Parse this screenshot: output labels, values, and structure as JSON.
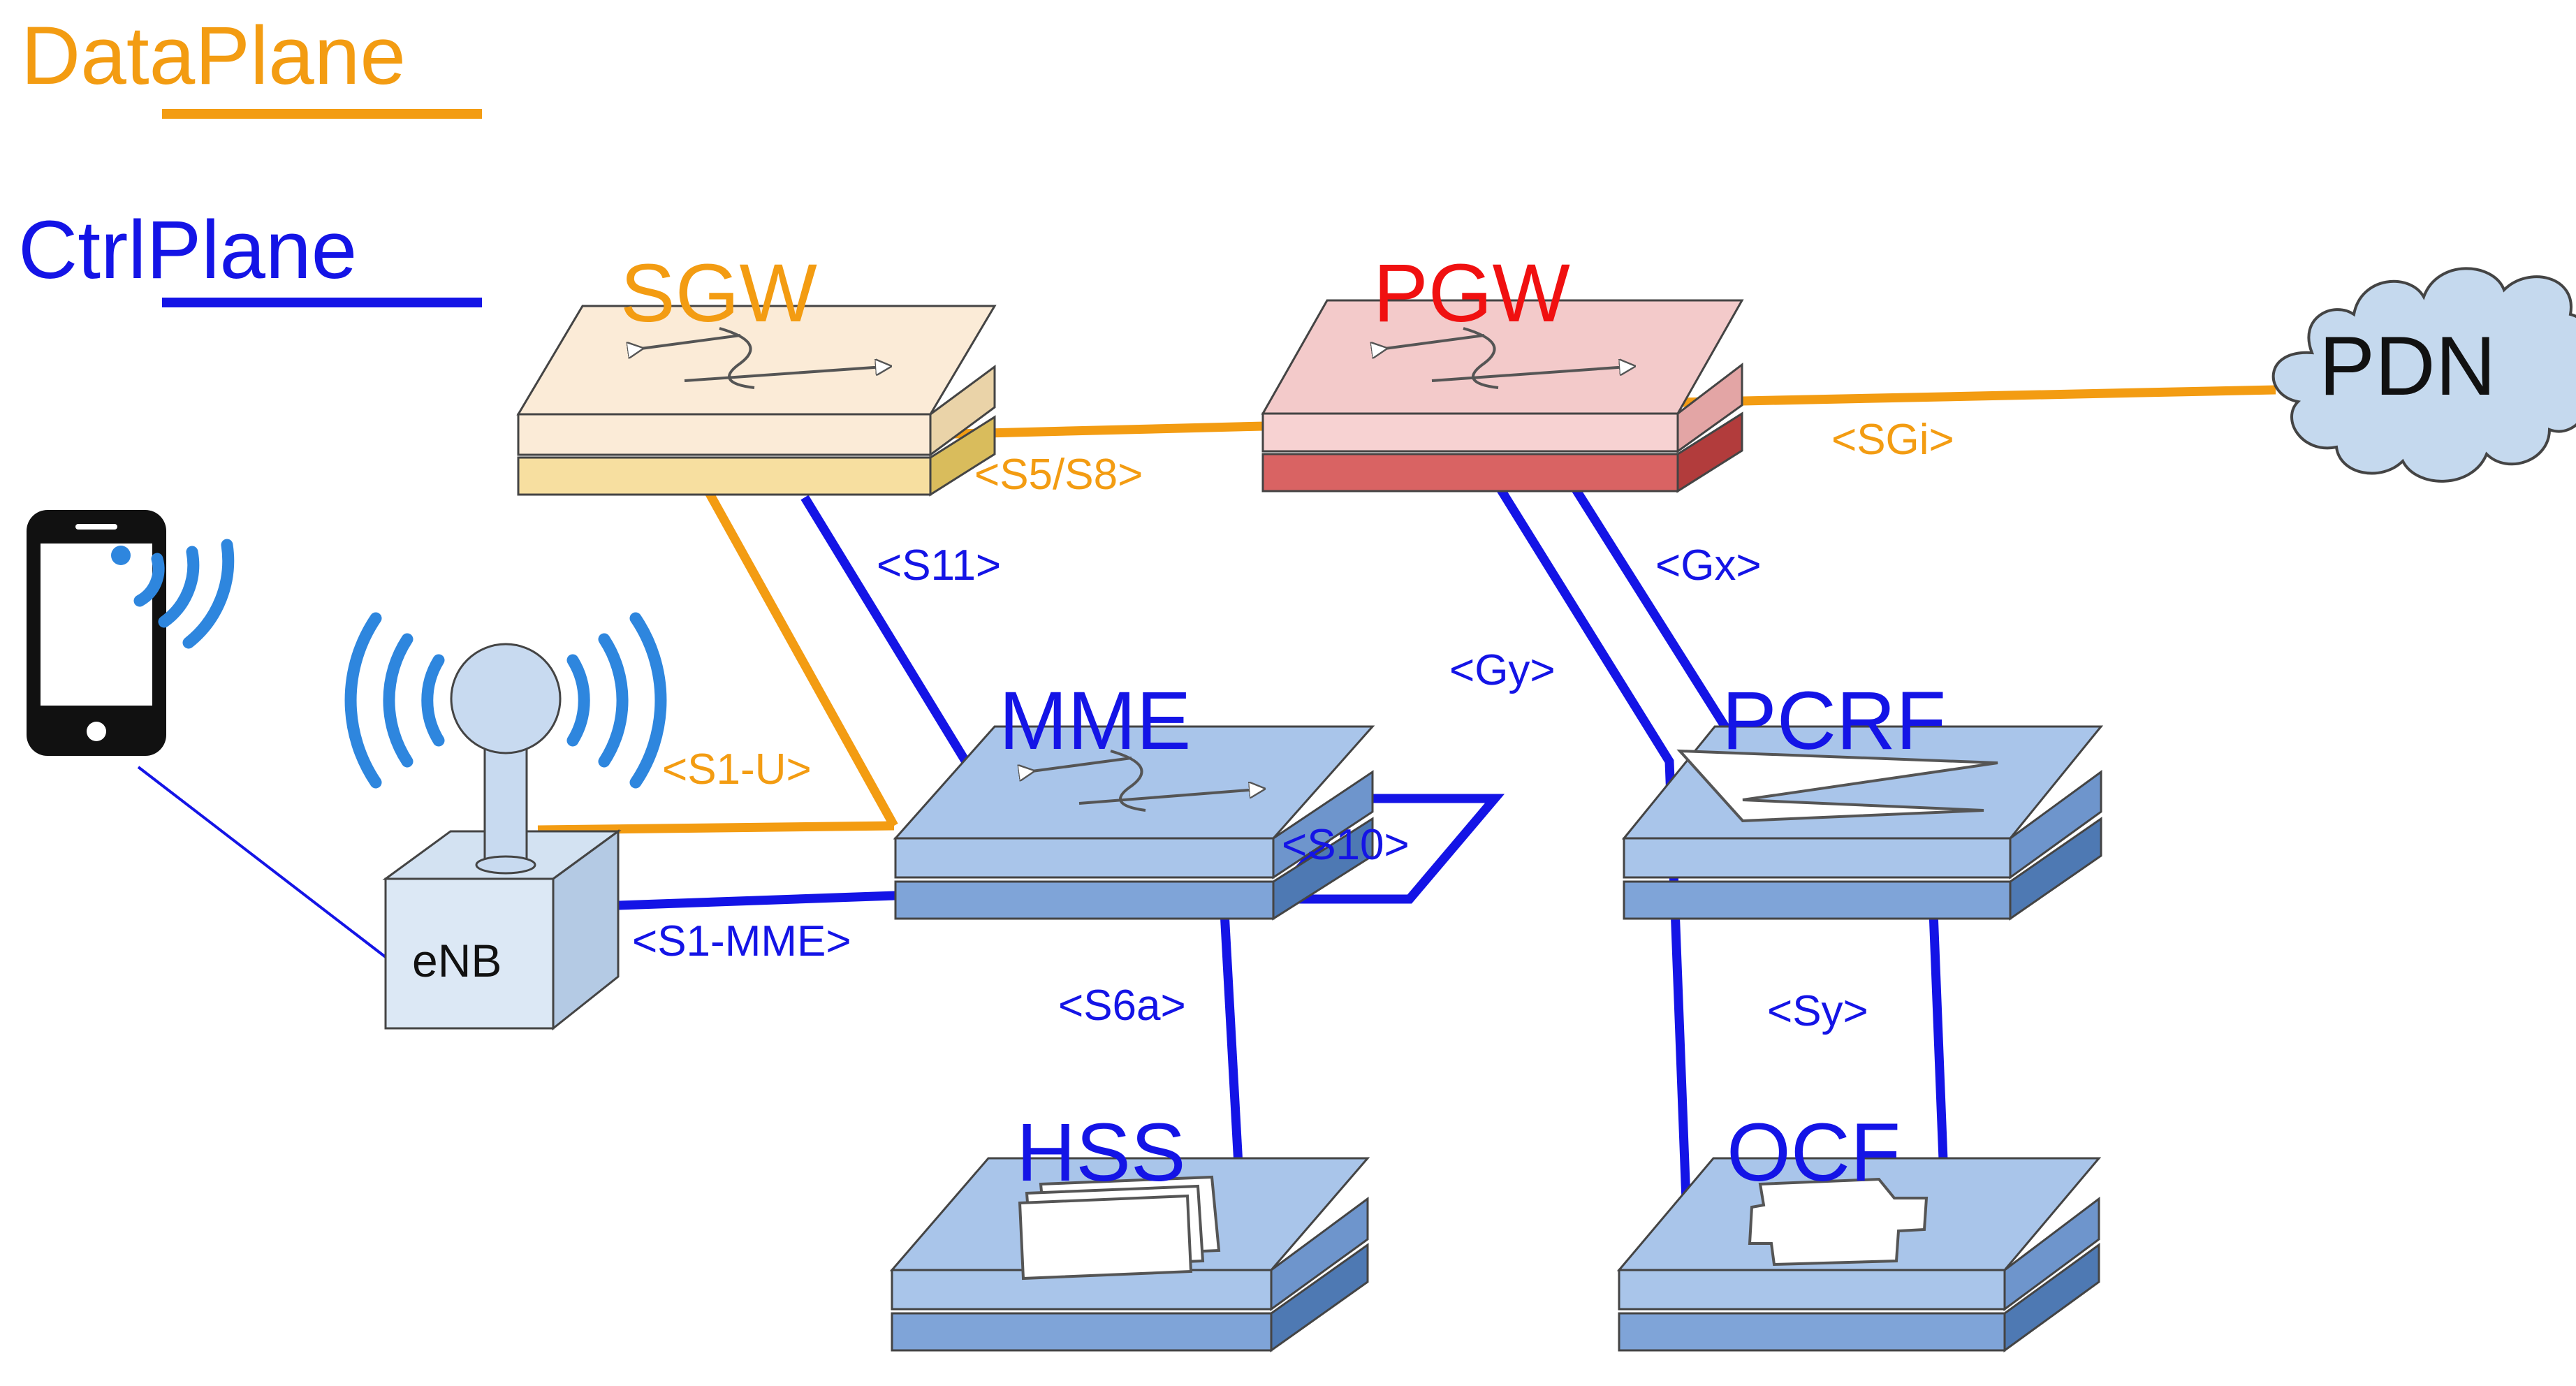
{
  "legend": {
    "data_plane": "DataPlane",
    "ctrl_plane": "CtrlPlane"
  },
  "nodes": {
    "sgw": "SGW",
    "pgw": "PGW",
    "mme": "MME",
    "pcrf": "PCRF",
    "hss": "HSS",
    "ocf": "OCF",
    "enb": "eNB",
    "pdn": "PDN"
  },
  "interfaces": {
    "s5s8": "<S5/S8>",
    "sgi": "<SGi>",
    "s11": "<S11>",
    "gx": "<Gx>",
    "gy": "<Gy>",
    "s1u": "<S1-U>",
    "s10": "<S10>",
    "s1mme": "<S1-MME>",
    "s6a": "<S6a>",
    "sy": "<Sy>"
  },
  "icons": [
    "smartphone-icon",
    "wifi-signal-icon",
    "antenna-icon",
    "cloud-icon",
    "router-arrows-icon",
    "pcrf-bolt-icon",
    "database-sheets-icon",
    "ocf-box-icon"
  ],
  "colors": {
    "data_plane": "#F39C12",
    "ctrl_plane": "#1414E6",
    "pgw_label": "#F01010",
    "wifi": "#2E86DE"
  }
}
